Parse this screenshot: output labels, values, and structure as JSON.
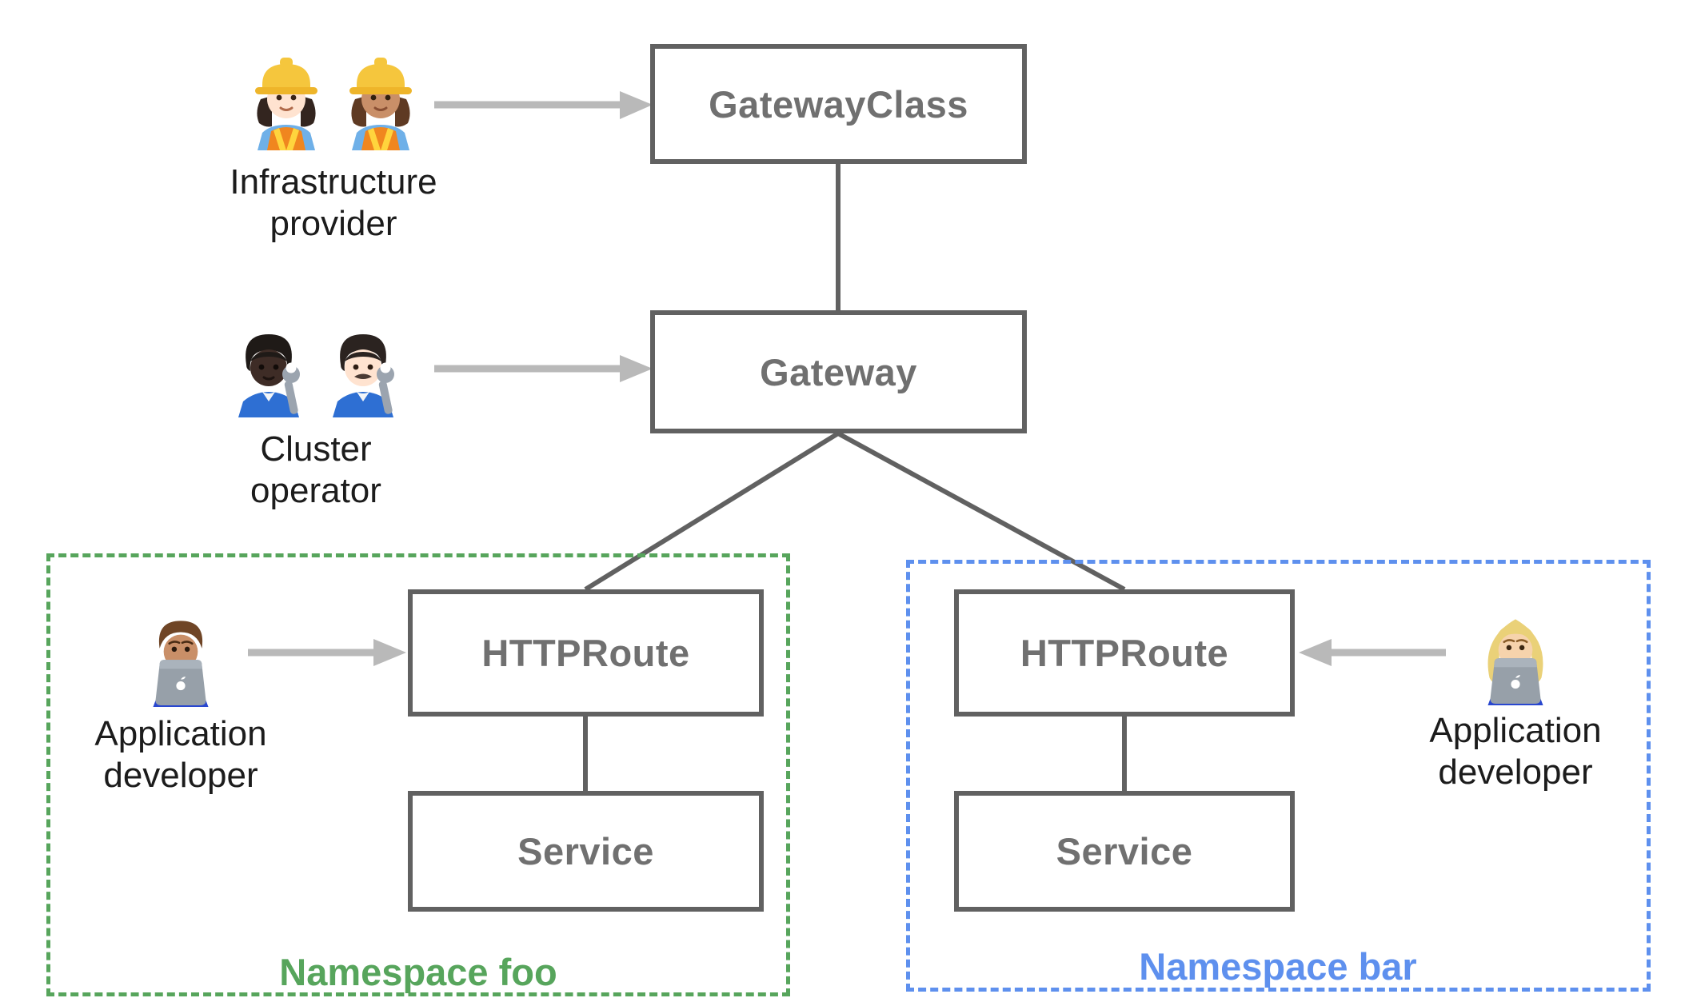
{
  "nodes": {
    "gatewayclass": "GatewayClass",
    "gateway": "Gateway",
    "httproute_foo": "HTTPRoute",
    "httproute_bar": "HTTPRoute",
    "service_foo": "Service",
    "service_bar": "Service"
  },
  "namespaces": {
    "foo": "Namespace foo",
    "bar": "Namespace bar"
  },
  "personas": {
    "infrastructure_provider": "Infrastructure provider",
    "cluster_operator": "Cluster operator",
    "app_developer_foo": "Application developer",
    "app_developer_bar": "Application developer"
  },
  "emojis": {
    "infrastructure_provider": "👷🏻‍♀️ 👷🏽‍♀️",
    "cluster_operator": "🧑🏿‍🔧 👨🏻‍🔧",
    "app_developer_foo": "👨🏽‍💻",
    "app_developer_bar": "👩🏼‍💻"
  },
  "colors": {
    "node_border": "#616161",
    "node_text": "#707070",
    "connector": "#616161",
    "arrow": "#b9b9b9",
    "namespace_foo": "#57a55c",
    "namespace_bar": "#5e90ee",
    "persona_text": "#1c1c1c"
  }
}
